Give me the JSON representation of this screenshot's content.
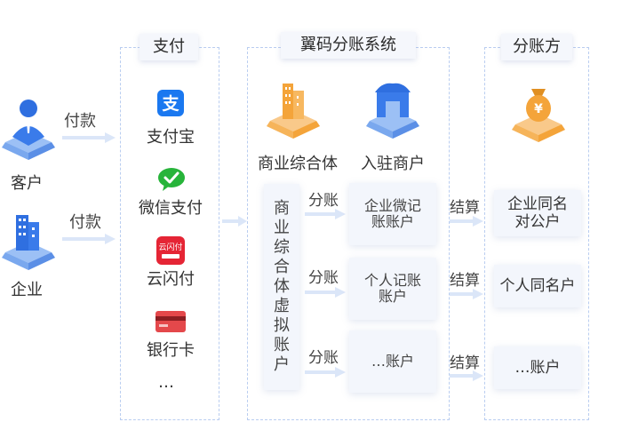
{
  "left": {
    "customer": {
      "label": "客户",
      "icon": "customer-person-icon"
    },
    "enterprise": {
      "label": "企业",
      "icon": "enterprise-building-icon"
    },
    "pay_arrow_1": "付款",
    "pay_arrow_2": "付款"
  },
  "payment": {
    "title": "支付",
    "items": [
      {
        "label": "支付宝",
        "icon": "alipay-icon"
      },
      {
        "label": "微信支付",
        "icon": "wechat-pay-icon"
      },
      {
        "label": "云闪付",
        "icon": "unionpay-quickpass-icon"
      },
      {
        "label": "银行卡",
        "icon": "bank-card-icon"
      }
    ],
    "more": "…",
    "unionpay_badge": "云闪付"
  },
  "system": {
    "title": "翼码分账系统",
    "complex": {
      "label": "商业综合体",
      "icon": "commercial-complex-icon"
    },
    "merchant": {
      "label": "入驻商户",
      "icon": "merchant-store-icon"
    },
    "virtual_account": "商业综合体虚拟账户",
    "split_label": "分账",
    "accounts": [
      "企业微记\n账账户",
      "个人记账\n账户",
      "…账户"
    ]
  },
  "recipient": {
    "title": "分账方",
    "icon": "money-bag-icon",
    "settle_label": "结算",
    "accounts": [
      "企业同名\n对公户",
      "个人同名户",
      "…账户"
    ]
  },
  "colors": {
    "accent_blue": "#3a7bea",
    "light_blue": "#cfdcf5",
    "orange": "#f4a43a",
    "alipay": "#1a78f0",
    "wechat": "#27b43a",
    "unionpay": "#e52535",
    "bank_card": "#e4484b"
  }
}
